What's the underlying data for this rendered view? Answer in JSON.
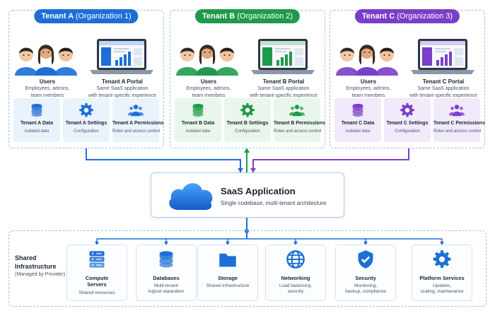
{
  "colors": {
    "blue": "#1d6fd6",
    "green": "#1f9a4c",
    "purple": "#7a3fc8"
  },
  "tenants": [
    {
      "id": "a",
      "title_name": "Tenant A",
      "title_org": "(Organization 1)",
      "users_title": "Users",
      "users_sub": [
        "Employees, admins,",
        "team members"
      ],
      "portal_title": "Tenant A Portal",
      "portal_sub": [
        "Same SaaS application",
        "with tenant-specific experience"
      ],
      "cards": [
        {
          "icon": "database-icon",
          "title": "Tenant A Data",
          "sub": "Isolated data"
        },
        {
          "icon": "gear-icon",
          "title": "Tenant A Settings",
          "sub": "Configuration"
        },
        {
          "icon": "people-icon",
          "title": "Tenant A Permissions",
          "sub": "Roles and access control"
        }
      ]
    },
    {
      "id": "b",
      "title_name": "Tenant B",
      "title_org": "(Organization 2)",
      "users_title": "Users",
      "users_sub": [
        "Employees, admins,",
        "team members"
      ],
      "portal_title": "Tenant B Portal",
      "portal_sub": [
        "Same SaaS application",
        "with tenant-specific experience"
      ],
      "cards": [
        {
          "icon": "database-icon",
          "title": "Tenant B Data",
          "sub": "Isolated data"
        },
        {
          "icon": "gear-icon",
          "title": "Tenant B Settings",
          "sub": "Configuration"
        },
        {
          "icon": "people-icon",
          "title": "Tenant B Permissions",
          "sub": "Roles and access control"
        }
      ]
    },
    {
      "id": "c",
      "title_name": "Tenant C",
      "title_org": "(Organization 3)",
      "users_title": "Users",
      "users_sub": [
        "Employees, admins,",
        "team members"
      ],
      "portal_title": "Tenant C Portal",
      "portal_sub": [
        "Same SaaS application",
        "with tenant-specific experience"
      ],
      "cards": [
        {
          "icon": "database-icon",
          "title": "Tenant C Data",
          "sub": "Isolated data"
        },
        {
          "icon": "gear-icon",
          "title": "Tenant C Settings",
          "sub": "Configuration"
        },
        {
          "icon": "people-icon",
          "title": "Tenant C Permissions",
          "sub": "Roles and access control"
        }
      ]
    }
  ],
  "saas": {
    "icon": "cloud-icon",
    "title": "SaaS Application",
    "subtitle": "Single codebase, multi-tenant architecture"
  },
  "infrastructure": {
    "title_line1": "Shared",
    "title_line2": "Infrastructure",
    "subtitle": "(Managed by Provider)",
    "services": [
      {
        "icon": "server-icon",
        "title": [
          "Compute",
          "Servers"
        ],
        "sub": [
          "Shared resources"
        ]
      },
      {
        "icon": "database-icon",
        "title": [
          "Databases"
        ],
        "sub": [
          "Multi-tenant",
          "logical separation"
        ]
      },
      {
        "icon": "folder-icon",
        "title": [
          "Storage"
        ],
        "sub": [
          "Shared infrastructure"
        ]
      },
      {
        "icon": "globe-icon",
        "title": [
          "Networking"
        ],
        "sub": [
          "Load balancing,",
          "security"
        ]
      },
      {
        "icon": "shield-icon",
        "title": [
          "Security"
        ],
        "sub": [
          "Monitoring,",
          "backup, compliance"
        ]
      },
      {
        "icon": "gear-icon",
        "title": [
          "Platform Services"
        ],
        "sub": [
          "Updates,",
          "scaling, maintenance"
        ]
      }
    ]
  }
}
